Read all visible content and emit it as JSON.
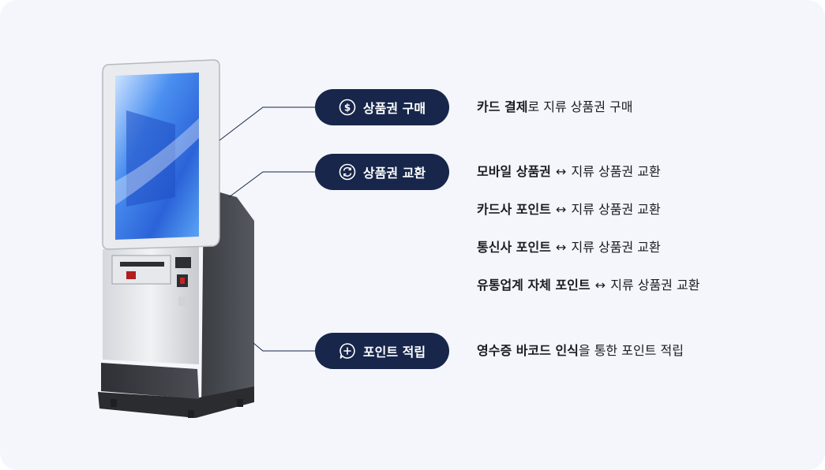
{
  "features": [
    {
      "label": "상품권 구매",
      "icon": "dollar-circle-icon",
      "descriptions": [
        {
          "bold": "카드 결제",
          "rest": "로 지류 상품권 구매"
        }
      ]
    },
    {
      "label": "상품권 교환",
      "icon": "exchange-circle-icon",
      "descriptions": [
        {
          "bold": "모바일 상품권",
          "arrow": "↔",
          "rest": "지류 상품권 교환"
        },
        {
          "bold": "카드사 포인트",
          "arrow": "↔",
          "rest": "지류 상품권 교환"
        },
        {
          "bold": "통신사 포인트",
          "arrow": "↔",
          "rest": "지류 상품권 교환"
        },
        {
          "bold": "유통업계 자체 포인트",
          "arrow": "↔",
          "rest": "지류 상품권 교환"
        }
      ]
    },
    {
      "label": "포인트 적립",
      "icon": "plus-chat-bubble-icon",
      "descriptions": [
        {
          "bold": "영수증 바코드 인식",
          "rest": "을 통한 포인트 적립"
        }
      ]
    }
  ],
  "colors": {
    "background": "#f4f6fb",
    "pill": "#17264a",
    "pill_text": "#ffffff",
    "text": "#1a1c24",
    "connector": "#17264a"
  }
}
